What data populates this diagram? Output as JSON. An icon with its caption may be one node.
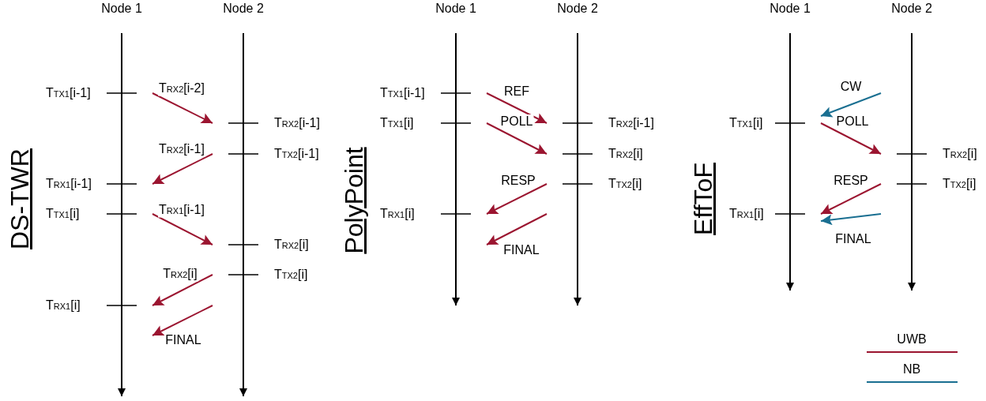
{
  "diagram": {
    "nodes": [
      {
        "text": [
          "T$_{TX1}$[i-1]"
        ]
      },
      {
        "text": [
          "T$_{RX2}$[i-1]"
        ]
      },
      {
        "text": [
          "T$_{TX2}$[i-1]"
        ]
      },
      {
        "text": [
          "T$_{RX1}$[i-1]"
        ]
      },
      {
        "text": [
          "T$_{TX1}$[i]"
        ]
      },
      {
        "text": [
          "T$_{RX2}$[i]"
        ]
      },
      {
        "text": [
          "T$_{TX2}$[i]"
        ]
      },
      {
        "text": [
          "T$_{RX1}$[i]"
        ]
      },
      {
        "text": [
          "T$_{TX1}$[i-1]"
        ]
      },
      {
        "text": [
          "T$_{TX1}$[i]"
        ]
      },
      {
        "text": [
          "T$_{RX2}$[i-1]"
        ]
      },
      {
        "text": [
          "T$_{RX2}$[i]"
        ]
      },
      {
        "text": [
          "T$_{TX2}$[i]"
        ]
      },
      {
        "text": [
          "T$_{RX1}$[i]"
        ]
      },
      {
        "text": [
          "T$_{TX1}$[i]"
        ]
      },
      {
        "text": [
          "T$_{RX2}$[i]"
        ]
      },
      {
        "text": [
          "T$_{TX2}$[i]"
        ]
      },
      {
        "text": [
          "T$_{RX1}$[i]"
        ]
      }
    ],
    "edges": [
      {
        "from": 0,
        "to": 1,
        "arrow": "to",
        "label": "T$_{RX2}$[i-2]"
      },
      {
        "from": 2,
        "to": 3,
        "arrow": "to",
        "label": "T$_{RX2}$[i-1]"
      },
      {
        "from": 4,
        "to": 5,
        "arrow": "to",
        "label": "T$_{RX1}$[i-1]"
      },
      {
        "from": 6,
        "to": 7,
        "arrow": "to",
        "label": "T$_{RX2}$[i]"
      },
      {
        "from": 8,
        "to": 10,
        "arrow": "to",
        "label": "REF"
      },
      {
        "from": 9,
        "to": 11,
        "arrow": "to",
        "label": "POLL"
      },
      {
        "from": 12,
        "to": 13,
        "arrow": "to",
        "label": "RESP"
      },
      {
        "from": null,
        "to": 14,
        "arrow": "to",
        "label": "CW",
        "color": "#1a6f91"
      },
      {
        "from": 14,
        "to": 15,
        "arrow": "to",
        "label": "POLL"
      },
      {
        "from": 16,
        "to": 17,
        "arrow": "to",
        "label": "RESP"
      },
      {
        "from": null,
        "to": 17,
        "arrow": "to",
        "label": "FINAL",
        "color": "#1a6f91"
      }
    ],
    "labels": [
      "Node 1",
      "Node 2",
      "DS-TWR",
      "FINAL",
      "Node 1",
      "Node 2",
      "PolyPoint",
      "FINAL",
      "Node 1",
      "Node 2",
      "EffToF"
    ],
    "legend": [
      {
        "text": "UWB"
      },
      {
        "text": "NB"
      }
    ]
  }
}
